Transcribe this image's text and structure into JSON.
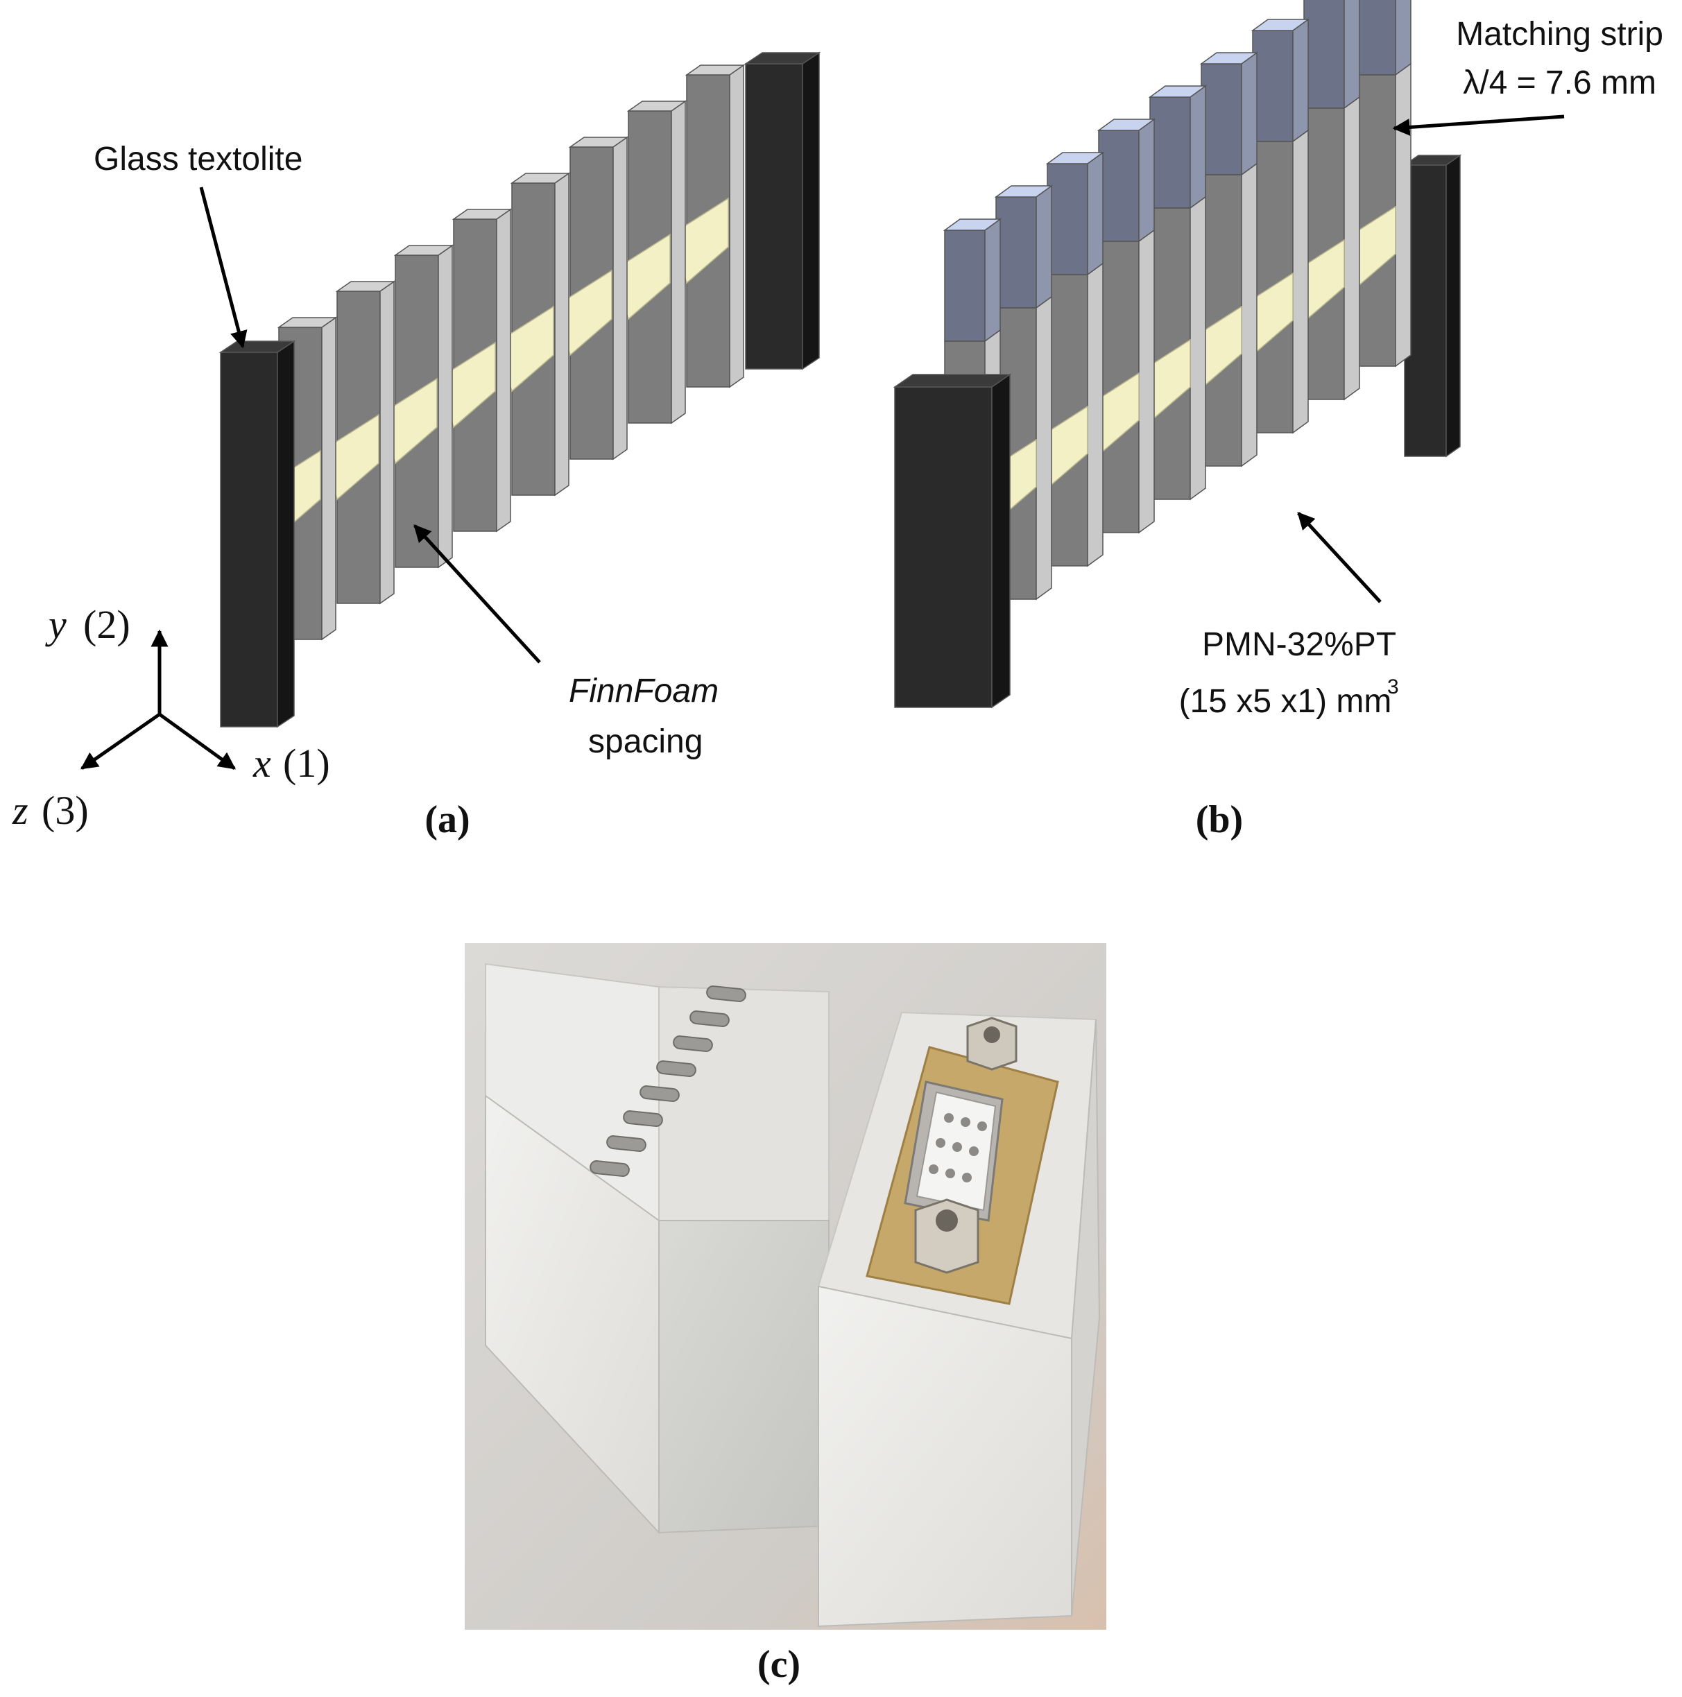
{
  "panel_a": {
    "label": "(a)",
    "glass_label": "Glass textolite",
    "finnfoam_label_italic": "FinnFoam",
    "finnfoam_label_rest": "spacing",
    "axes": {
      "y_letter": "y",
      "y_num": "(2)",
      "x_letter": "x",
      "x_num": "(1)",
      "z_letter": "z",
      "z_num": "(3)"
    }
  },
  "panel_b": {
    "label": "(b)",
    "matching_line1": "Matching strip",
    "matching_line2": "λ/4 = 7.6 mm",
    "pmn_line1": "PMN-32%PT",
    "pmn_line2": "(15 x5 x1) mm",
    "pmn_sup": "3"
  },
  "panel_c": {
    "label": "(c)"
  },
  "colors": {
    "textolite": "#2a2a2a",
    "plate_front": "#7d7d7d",
    "plate_side": "#c9c9c9",
    "foam": "#f3f0c6",
    "matching": "#6c7389",
    "matching_top": "#c8d3ef"
  }
}
